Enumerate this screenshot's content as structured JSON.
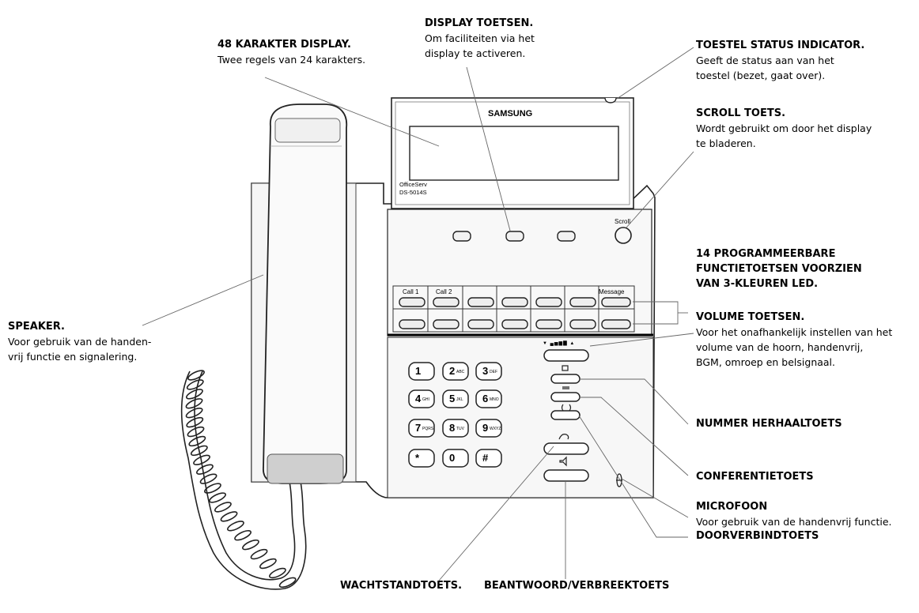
{
  "phone": {
    "brand": "SAMSUNG",
    "model_line1": "OfficeServ",
    "model_line2": "DS-5014S",
    "scroll_key": "Scroll",
    "key_labels": [
      "Call 1",
      "Call 2",
      "Message"
    ],
    "volume_label": "▼ ▄▅▆▇ ▲",
    "dialpad": [
      {
        "main": "1",
        "sub": ""
      },
      {
        "main": "2",
        "sub": "ABC"
      },
      {
        "main": "3",
        "sub": "DEF"
      },
      {
        "main": "4",
        "sub": "GHI"
      },
      {
        "main": "5",
        "sub": "JKL"
      },
      {
        "main": "6",
        "sub": "MNO"
      },
      {
        "main": "7",
        "sub": "PQRS"
      },
      {
        "main": "8",
        "sub": "TUV"
      },
      {
        "main": "9",
        "sub": "WXYZ"
      },
      {
        "main": "*",
        "sub": ""
      },
      {
        "main": "0",
        "sub": ""
      },
      {
        "main": "#",
        "sub": ""
      }
    ]
  },
  "labels": {
    "display48": {
      "title": "48 KARAKTER DISPLAY.",
      "desc": [
        "Twee regels van 24 karakters."
      ]
    },
    "display_keys": {
      "title": "DISPLAY TOETSEN.",
      "desc": [
        "Om faciliteiten via het",
        "display te activeren."
      ]
    },
    "status_indicator": {
      "title": "TOESTEL STATUS INDICATOR.",
      "desc": [
        "Geeft de status aan van het",
        "toestel (bezet, gaat over)."
      ]
    },
    "scroll": {
      "title": "SCROLL TOETS.",
      "desc": [
        "Wordt gebruikt om door het display",
        "te bladeren."
      ]
    },
    "programmable": {
      "title": [
        "14 PROGRAMMEERBARE",
        "FUNCTIETOETSEN VOORZIEN",
        "VAN 3-KLEUREN LED."
      ]
    },
    "volume": {
      "title": "VOLUME TOETSEN.",
      "desc": [
        "Voor het onafhankelijk instellen van het",
        "volume van de hoorn, handenvrij,",
        "BGM, omroep en belsignaal."
      ]
    },
    "redial": {
      "title": "NUMMER HERHAALTOETS"
    },
    "conference": {
      "title": "CONFERENTIETOETS"
    },
    "microphone": {
      "title": "MICROFOON",
      "desc": [
        "Voor gebruik van de handenvrij functie."
      ]
    },
    "transfer": {
      "title": "DOORVERBINDTOETS"
    },
    "hold": {
      "title": "WACHTSTANDTOETS."
    },
    "answer": {
      "title": "BEANTWOORD/VERBREEKTOETS"
    },
    "speaker": {
      "title": "SPEAKER.",
      "desc": [
        "Voor gebruik van de handen-",
        "vrij functie en signalering."
      ]
    }
  }
}
